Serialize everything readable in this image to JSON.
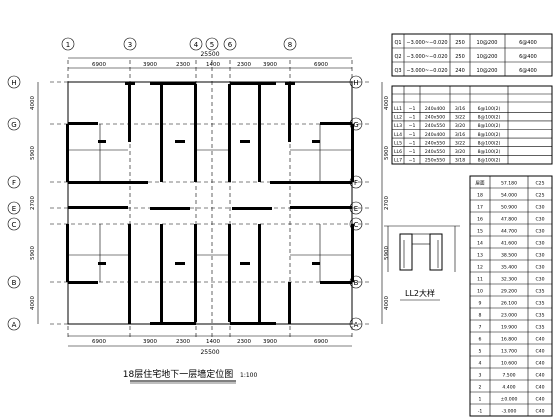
{
  "plan": {
    "title": "18层住宅地下一层墙定位图",
    "scale": "1:100",
    "top_axes": [
      "1",
      "3",
      "4",
      "5",
      "6",
      "8"
    ],
    "left_axes": [
      "H",
      "G",
      "F",
      "E",
      "C",
      "B",
      "A"
    ],
    "right_axes": [
      "H",
      "G",
      "F",
      "E",
      "C",
      "B",
      "A"
    ],
    "top_dims": [
      "6900",
      "3900",
      "2300",
      "1400",
      "2300",
      "3900",
      "6900"
    ],
    "top_total": "25500",
    "bottom_total": "25500",
    "left_dims": [
      "4000",
      "5900",
      "2700",
      "5900",
      "4000"
    ],
    "right_dims": [
      "4000",
      "5900",
      "2700",
      "5900",
      "4000"
    ]
  },
  "table_q": {
    "rows": [
      [
        "Q1",
        "−3.000~−0.020",
        "250",
        "10@200",
        "6@400"
      ],
      [
        "Q2",
        "−3.000~−0.020",
        "250",
        "10@200",
        "6@400"
      ],
      [
        "Q3",
        "−3.000~−0.020",
        "240",
        "10@200",
        "6@400"
      ]
    ]
  },
  "table_ll": {
    "rows": [
      [
        "LL1",
        "−1",
        "240x400",
        "3/16",
        "6@100(2)"
      ],
      [
        "LL2",
        "−1",
        "240x500",
        "3/22",
        "8@100(2)"
      ],
      [
        "LL3",
        "−1",
        "240x550",
        "3/20",
        "8@100(2)"
      ],
      [
        "LL4",
        "−1",
        "240x400",
        "3/16",
        "8@100(2)"
      ],
      [
        "LL5",
        "−1",
        "240x550",
        "3/22",
        "8@100(2)"
      ],
      [
        "LL6",
        "−1",
        "240x550",
        "3/20",
        "8@100(2)"
      ],
      [
        "LL7",
        "−1",
        "250x550",
        "3/18",
        "8@100(2)"
      ]
    ]
  },
  "detail": {
    "caption": "LL2大样"
  },
  "floor_table": {
    "rows": [
      [
        "屋面",
        "57.180",
        "C25"
      ],
      [
        "18",
        "54.000",
        "C25"
      ],
      [
        "17",
        "50.900",
        "C30"
      ],
      [
        "16",
        "47.800",
        "C30"
      ],
      [
        "15",
        "44.700",
        "C30"
      ],
      [
        "14",
        "41.600",
        "C30"
      ],
      [
        "13",
        "38.500",
        "C30"
      ],
      [
        "12",
        "35.400",
        "C30"
      ],
      [
        "11",
        "32.300",
        "C30"
      ],
      [
        "10",
        "29.200",
        "C35"
      ],
      [
        "9",
        "26.100",
        "C35"
      ],
      [
        "8",
        "23.000",
        "C35"
      ],
      [
        "7",
        "19.900",
        "C35"
      ],
      [
        "6",
        "16.800",
        "C40"
      ],
      [
        "5",
        "13.700",
        "C40"
      ],
      [
        "4",
        "10.600",
        "C40"
      ],
      [
        "3",
        "7.500",
        "C40"
      ],
      [
        "2",
        "4.400",
        "C40"
      ],
      [
        "1",
        "±0.000",
        "C40"
      ],
      [
        "-1",
        "-3.000",
        "C40"
      ]
    ]
  }
}
